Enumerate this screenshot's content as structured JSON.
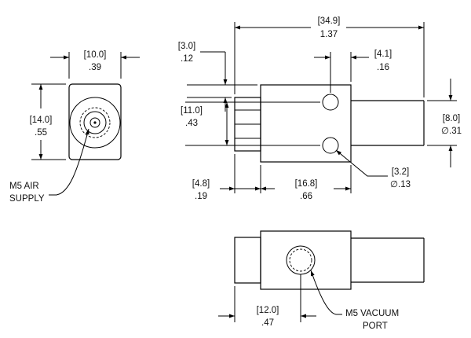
{
  "dimensions": {
    "front_width": {
      "mm": "[10.0]",
      "in": ".39"
    },
    "front_height": {
      "mm": "[14.0]",
      "in": ".55"
    },
    "overall_length": {
      "mm": "[34.9]",
      "in": "1.37"
    },
    "top_offset": {
      "mm": "[3.0]",
      "in": ".12"
    },
    "hole_offset": {
      "mm": "[4.1]",
      "in": ".16"
    },
    "hole_spacing": {
      "mm": "[11.0]",
      "in": ".43"
    },
    "tube_diameter": {
      "mm": "[8.0]",
      "in": "∅.31"
    },
    "hole_diameter": {
      "mm": "[3.2]",
      "in": "∅.13"
    },
    "fitting_length": {
      "mm": "[4.8]",
      "in": ".19"
    },
    "body_length": {
      "mm": "[16.8]",
      "in": ".66"
    },
    "port_offset": {
      "mm": "[12.0]",
      "in": ".47"
    }
  },
  "callouts": {
    "air_supply": [
      "M5 AIR",
      "SUPPLY"
    ],
    "vacuum_port": [
      "M5 VACUUM",
      "PORT"
    ]
  }
}
